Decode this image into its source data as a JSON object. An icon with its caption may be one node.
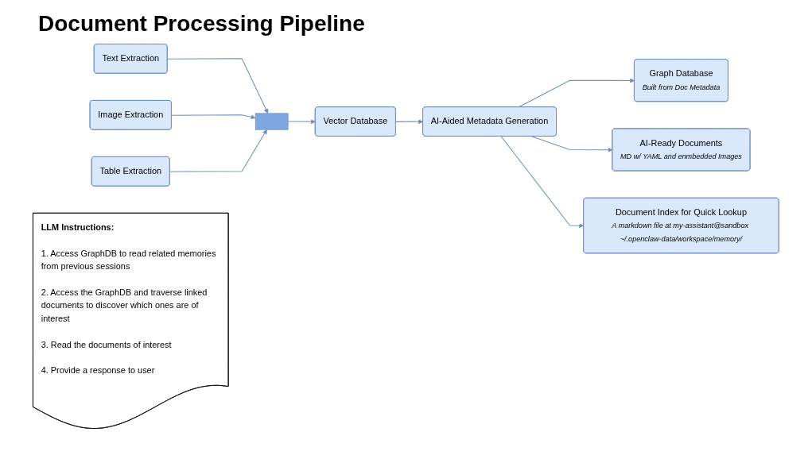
{
  "diagram": {
    "title": "Document Processing Pipeline",
    "nodes": [
      {
        "text": [
          "Text Extraction"
        ]
      },
      {
        "text": [
          "Image Extraction"
        ]
      },
      {
        "text": [
          "Table Extraction"
        ]
      },
      {
        "text": [],
        "shape": "bar"
      },
      {
        "text": [
          "Vector Database"
        ]
      },
      {
        "text": [
          "AI-Aided Metadata Generation"
        ]
      },
      {
        "text": [
          "Graph Database",
          "Built from Doc Metadata"
        ]
      },
      {
        "text": [
          "AI-Ready Documents",
          "MD w/ YAML and enmbedded Images"
        ]
      },
      {
        "text": [
          "Document Index for Quick Lookup",
          "A markdown file at my-assistant@sandbox ~/.openclaw-data/workspace/memory/"
        ]
      },
      {
        "text": [
          "LLM Instructions:",
          "1. Access GraphDB to read related memories from previous sessions",
          "2. Access the GraphDB and traverse linked documents to discover which ones are of interest",
          "3. Read the documents of interest",
          "4. Provide a response to user"
        ]
      }
    ],
    "edges": [
      {
        "from": 0,
        "to": 3,
        "arrow": "to"
      },
      {
        "from": 1,
        "to": 3,
        "arrow": "to"
      },
      {
        "from": 2,
        "to": 3,
        "arrow": "to"
      },
      {
        "from": 3,
        "to": 4,
        "arrow": "to"
      },
      {
        "from": 4,
        "to": 5,
        "arrow": "to"
      },
      {
        "from": 5,
        "to": 6,
        "arrow": "to"
      },
      {
        "from": 5,
        "to": 7,
        "arrow": "to"
      },
      {
        "from": 5,
        "to": 8,
        "arrow": "to"
      }
    ]
  }
}
